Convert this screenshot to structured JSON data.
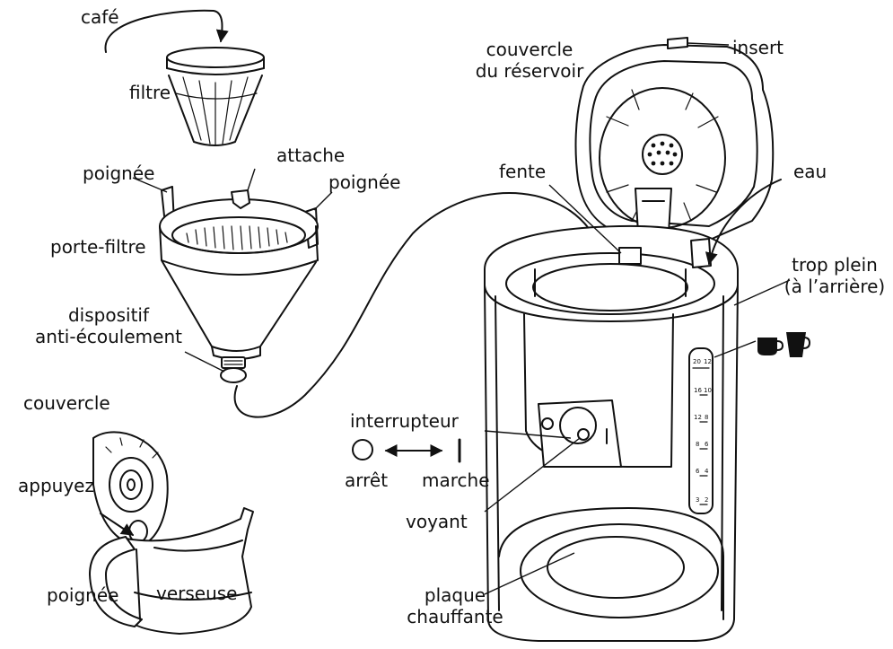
{
  "labels": {
    "cafe": "café",
    "filtre": "filtre",
    "attache": "attache",
    "poignee_left": "poignée",
    "poignee_right": "poignée",
    "porte_filtre": "porte-filtre",
    "dispositif_l1": "dispositif",
    "dispositif_l2": "anti-écoulement",
    "couvercle": "couvercle",
    "appuyez": "appuyez",
    "poignee_carafe": "poignée",
    "verseuse": "verseuse",
    "couvercle_reservoir_l1": "couvercle",
    "couvercle_reservoir_l2": "du réservoir",
    "insert": "insert",
    "fente": "fente",
    "eau": "eau",
    "trop_plein_l1": "trop plein",
    "trop_plein_l2": "(à l’arrière)",
    "interrupteur": "interrupteur",
    "arret": "arrêt",
    "marche": "marche",
    "voyant": "voyant",
    "plaque_l1": "plaque",
    "plaque_l2": "chauffante"
  },
  "switch": {
    "off_symbol": "O",
    "on_symbol": "I",
    "switch_mark": "I"
  },
  "water_gauge": {
    "cup_header": [
      "20",
      "12"
    ],
    "marks": [
      [
        "16",
        "10"
      ],
      [
        "12",
        "8"
      ],
      [
        "8",
        "6"
      ],
      [
        "6",
        "4"
      ],
      [
        "3",
        "2"
      ]
    ]
  },
  "colors": {
    "line": "#111111",
    "background": "#ffffff"
  }
}
